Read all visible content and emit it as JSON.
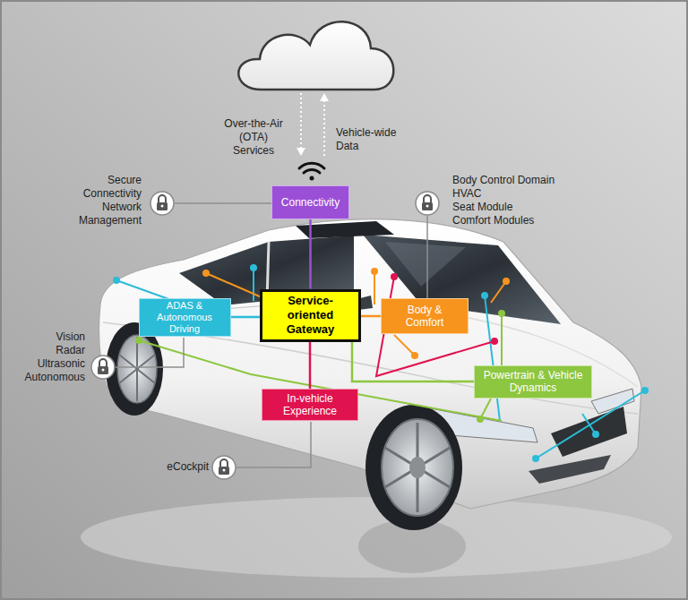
{
  "diagram": {
    "nodes": [
      {
        "text": [
          "Connectivity"
        ]
      },
      {
        "text": [
          "ADAS & Autonomous Driving"
        ]
      },
      {
        "text": [
          "Service-oriented Gateway"
        ]
      },
      {
        "text": [
          "Body & Comfort"
        ]
      },
      {
        "text": [
          "In-vehicle Experience"
        ]
      },
      {
        "text": [
          "Powertrain & Vehicle Dynamics"
        ]
      }
    ],
    "edges": [
      {
        "from": 0,
        "to": 2,
        "arrow": "none"
      },
      {
        "from": 2,
        "to": 1,
        "arrow": "none"
      },
      {
        "from": 2,
        "to": 3,
        "arrow": "none"
      },
      {
        "from": 2,
        "to": 4,
        "arrow": "none"
      },
      {
        "from": 2,
        "to": 5,
        "arrow": "none"
      }
    ],
    "labels": [
      "Over-the-Air (OTA) Services",
      "Vehicle-wide Data",
      "Secure Connectivity Network Management",
      "Body Control Domain",
      "HVAC",
      "Seat Module",
      "Comfort Modules",
      "Vision",
      "Radar",
      "Ultrasonic",
      "Autonomous",
      "eCockpit"
    ]
  }
}
